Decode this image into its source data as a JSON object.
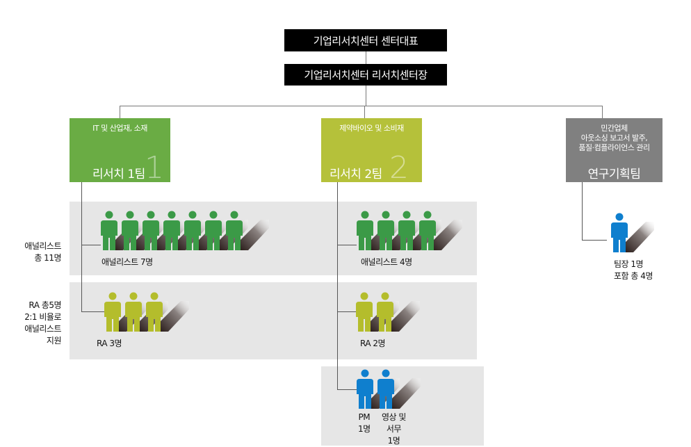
{
  "top": {
    "ceo": "기업리서치센터 센터대표",
    "head": "기업리서치센터 리서치센터장"
  },
  "teams": [
    {
      "sub": "IT 및 산업재, 소재",
      "name": "리서치 1팀",
      "num": "1",
      "color": "#6aac44"
    },
    {
      "sub": "제약바이오 및 소비재",
      "name": "리서치 2팀",
      "num": "2",
      "color": "#b5c13a"
    },
    {
      "sub_lines": [
        "민간업체",
        "아웃소싱 보고서 발주,",
        "품질·컴플라이언스 관리"
      ],
      "name": "연구기획팀",
      "color": "#808080"
    }
  ],
  "side": {
    "analyst_lines": [
      "애널리스트",
      "총 11명"
    ],
    "ra_lines": [
      "RA 총5명",
      "2:1 비율로",
      "애널리스트",
      "지원"
    ]
  },
  "groups": {
    "t1_analyst": {
      "count": 7,
      "color": "#3b9a47",
      "label": "애널리스트 7명"
    },
    "t1_ra": {
      "count": 3,
      "color": "#b4bd2c",
      "label": "RA 3명"
    },
    "t2_analyst": {
      "count": 4,
      "color": "#3b9a47",
      "label": "애널리스트 4명"
    },
    "t2_ra": {
      "count": 2,
      "color": "#b4bd2c",
      "label": "RA 2명"
    },
    "t2_staff": {
      "count": 2,
      "color": "#0f7fce",
      "labels": [
        [
          "PM",
          "1명"
        ],
        [
          "영상 및",
          "서무",
          "1명"
        ]
      ]
    },
    "t3": {
      "count": 1,
      "color": "#0f7fce",
      "label_lines": [
        "팀장 1명",
        "포함 총 4명"
      ]
    }
  }
}
